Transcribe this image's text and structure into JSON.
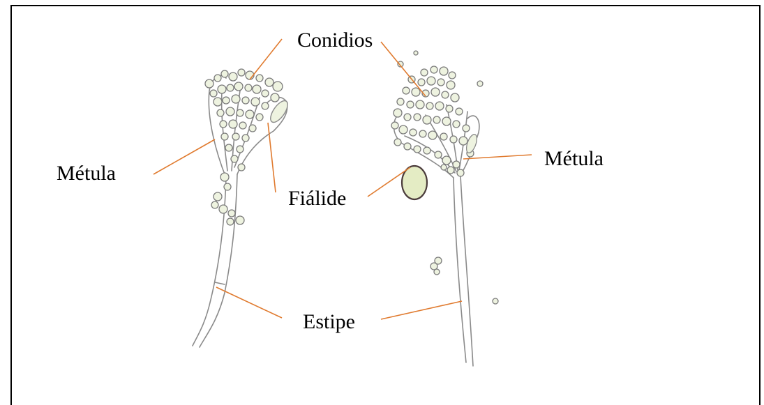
{
  "labels": {
    "conidios": "Conidios",
    "metula_left": "Métula",
    "metula_right": "Métula",
    "fialide": "Fiálide",
    "estipe": "Estipe"
  },
  "colors": {
    "border": "#000000",
    "leader_line": "#e07a2e",
    "label_text": "#000000",
    "cell_outline": "#8a8a8a",
    "cell_fill": "#eef3e0",
    "conidium_outline": "#7a7a7a",
    "vesicle_outline": "#4a3b3b",
    "vesicle_fill": "#e4ecc4"
  }
}
